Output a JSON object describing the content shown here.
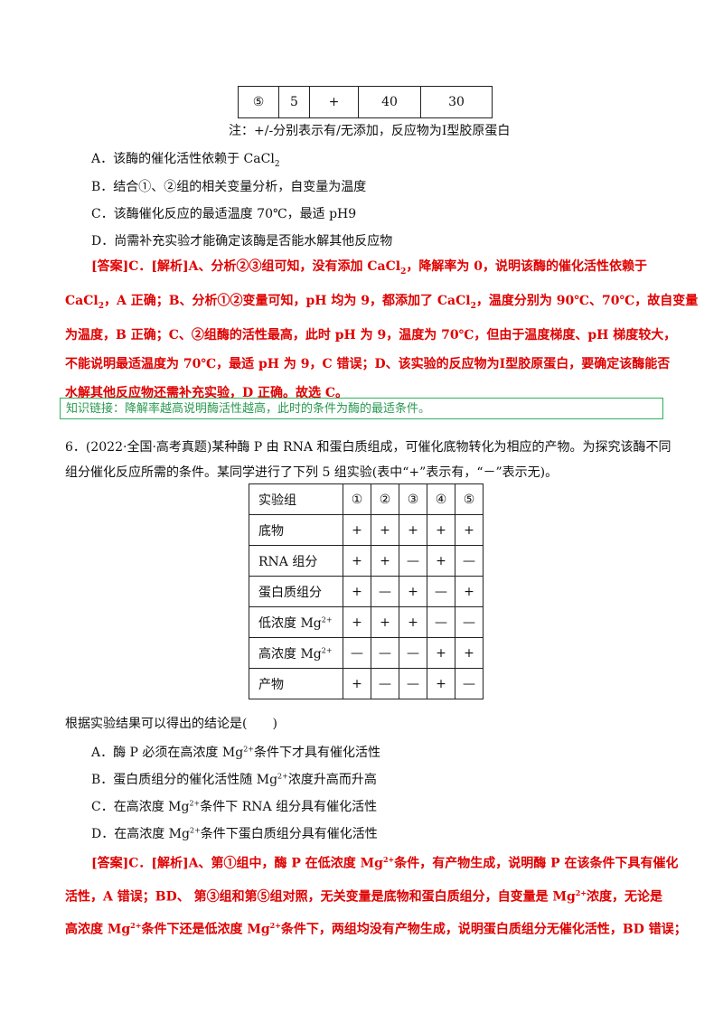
{
  "top_table": {
    "row": [
      "⑤",
      "5",
      "+",
      "40",
      "30"
    ]
  },
  "top_note": "注：+/-分别表示有/无添加，反应物为Ⅰ型胶原蛋白",
  "q5_options": {
    "A_prefix": "A．该酶的催化活性依赖于 CaCl",
    "A_sub": "2",
    "B": "B．结合①、②组的相关变量分析，自变量为温度",
    "C": "C．该酶催化反应的最适温度 70℃，最适 pH9",
    "D": "D．尚需补充实验才能确定该酶是否能水解其他反应物"
  },
  "q5_answer": {
    "line1_a": "[答案]C．[解析]A、分析②③组可知，没有添加 CaCl",
    "line1_sub": "2",
    "line1_b": "，降解率为 0，说明该酶的催化活性依赖于",
    "line2_a": "CaCl",
    "line2_sub": "2",
    "line2_b": "，A 正确；B、分析①②变量可知，pH 均为 9，都添加了 CaCl",
    "line2_sub2": "2",
    "line2_c": "，温度分别为 90℃、70℃，故自变量",
    "line3": "为温度，B 正确；C、②组酶的活性最高，此时 pH 为 9，温度为 70℃，但由于温度梯度、pH 梯度较大，",
    "line4": "不能说明最适温度为 70℃，最适 pH 为 9，C 错误；D、该实验的反应物为Ⅰ型胶原蛋白，要确定该酶能否",
    "line5": "水解其他反应物还需补充实验，D 正确。故选 C。"
  },
  "tip": "知识链接：降解率越高说明酶活性越高，此时的条件为酶的最适条件。",
  "q6": {
    "line1": "6．(2022·全国·高考真题)某种酶 P 由 RNA 和蛋白质组成，可催化底物转化为相应的产物。为探究该酶不同",
    "line2": "组分催化反应所需的条件。某同学进行了下列 5 组实验(表中“+”表示有，“－”表示无)。",
    "table": {
      "header": [
        "实验组",
        "①",
        "②",
        "③",
        "④",
        "⑤"
      ],
      "rows": [
        {
          "label": "底物",
          "sup": "",
          "cells": [
            "+",
            "+",
            "+",
            "+",
            "+"
          ]
        },
        {
          "label": "RNA 组分",
          "sup": "",
          "cells": [
            "+",
            "+",
            "—",
            "+",
            "—"
          ]
        },
        {
          "label": "蛋白质组分",
          "sup": "",
          "cells": [
            "+",
            "—",
            "+",
            "—",
            "+"
          ]
        },
        {
          "label": "低浓度 Mg",
          "sup": "2+",
          "cells": [
            "+",
            "+",
            "+",
            "—",
            "—"
          ]
        },
        {
          "label": "高浓度 Mg",
          "sup": "2+",
          "cells": [
            "—",
            "—",
            "—",
            "+",
            "+"
          ]
        },
        {
          "label": "产物",
          "sup": "",
          "cells": [
            "+",
            "—",
            "—",
            "+",
            "—"
          ]
        }
      ]
    },
    "prompt": "根据实验结果可以得出的结论是(　　)",
    "options": {
      "A_a": "A．酶 P 必须在高浓度 Mg",
      "A_b": "条件下才具有催化活性",
      "B_a": "B．蛋白质组分的催化活性随 Mg",
      "B_b": "浓度升高而升高",
      "C_a": "C．在高浓度 Mg",
      "C_b": "条件下 RNA 组分具有催化活性",
      "D_a": "D．在高浓度 Mg",
      "D_b": "条件下蛋白质组分具有催化活性",
      "sup": "2+"
    },
    "answer": {
      "l1_a": "[答案]C．[解析]A、第①组中，酶 P 在低浓度 Mg",
      "l1_b": "条件，有产物生成，说明酶 P 在该条件下具有催化",
      "l2_a": "活性，A 错误；BD、 第③组和第⑤组对照，无关变量是底物和蛋白质组分，自变量是 Mg",
      "l2_b": "浓度，无论是",
      "l3_a": "高浓度 Mg",
      "l3_b": "条件下还是低浓度 Mg",
      "l3_c": "条件下，两组均没有产物生成，说明蛋白质组分无催化活性，BD 错误；",
      "sup": "2+"
    }
  }
}
